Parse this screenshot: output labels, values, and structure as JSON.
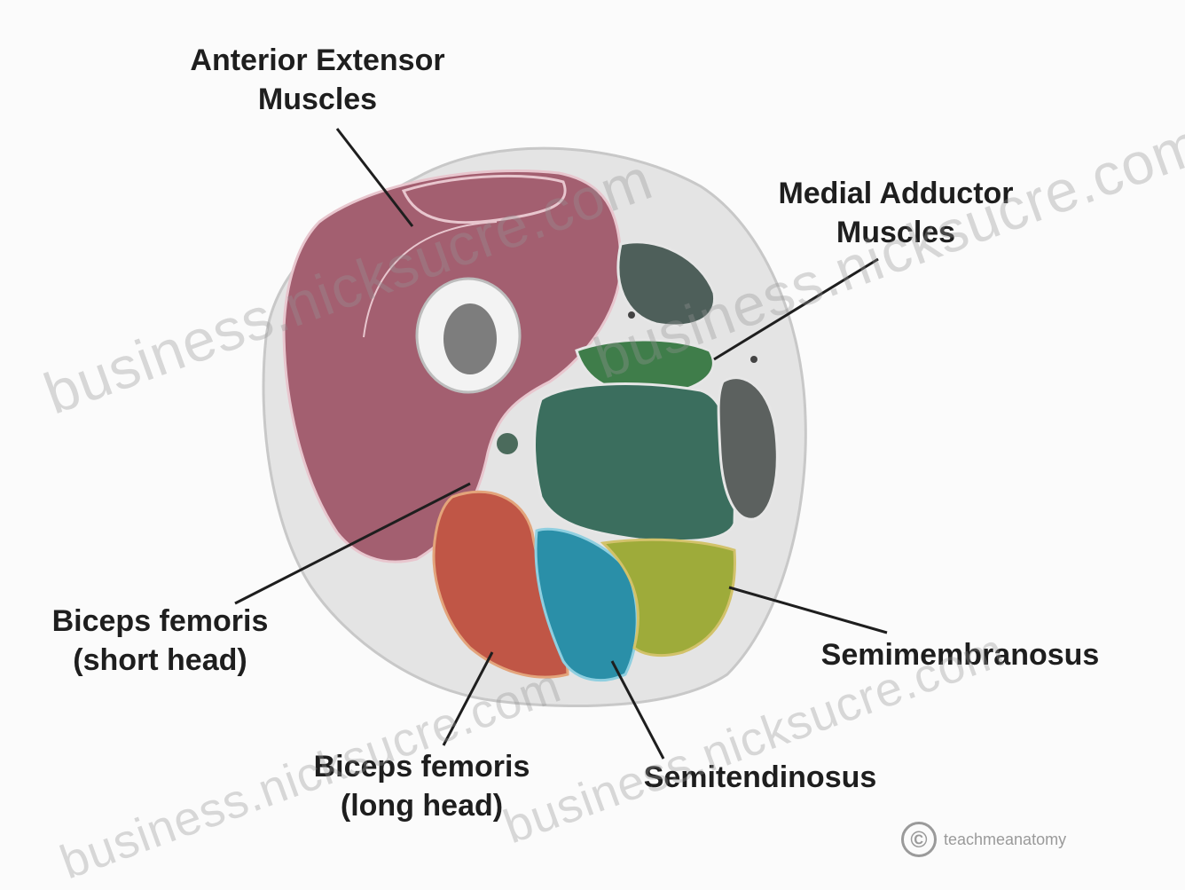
{
  "labels": {
    "anterior_extensor_line1": "Anterior Extensor",
    "anterior_extensor_line2": "Muscles",
    "medial_adductor_line1": "Medial Adductor",
    "medial_adductor_line2": "Muscles",
    "biceps_short_line1": "Biceps femoris",
    "biceps_short_line2": "(short head)",
    "biceps_long_line1": "Biceps femoris",
    "biceps_long_line2": "(long head)",
    "semimembranosus": "Semimembranosus",
    "semitendinosus": "Semitendinosus"
  },
  "watermark": {
    "text1": "business.nicksucre.com",
    "text2": "business.nicksucre.com",
    "text3": "business.nicksucre.com",
    "text4": "business.nicksucre.com"
  },
  "credit": {
    "icon": "copyright-icon",
    "text": "teachmeanatomy"
  },
  "colors": {
    "anterior": "#a35f70",
    "adductor_dark": "#4e5f5a",
    "adductor_green": "#3b7a5e",
    "adductor_lime": "#5c8f3c",
    "biceps_long": "#c05646",
    "semitendinosus": "#2a8fa8",
    "semimembranosus": "#9eab3a",
    "bone": "#7d7d7d",
    "fat": "#e3e3e3"
  }
}
